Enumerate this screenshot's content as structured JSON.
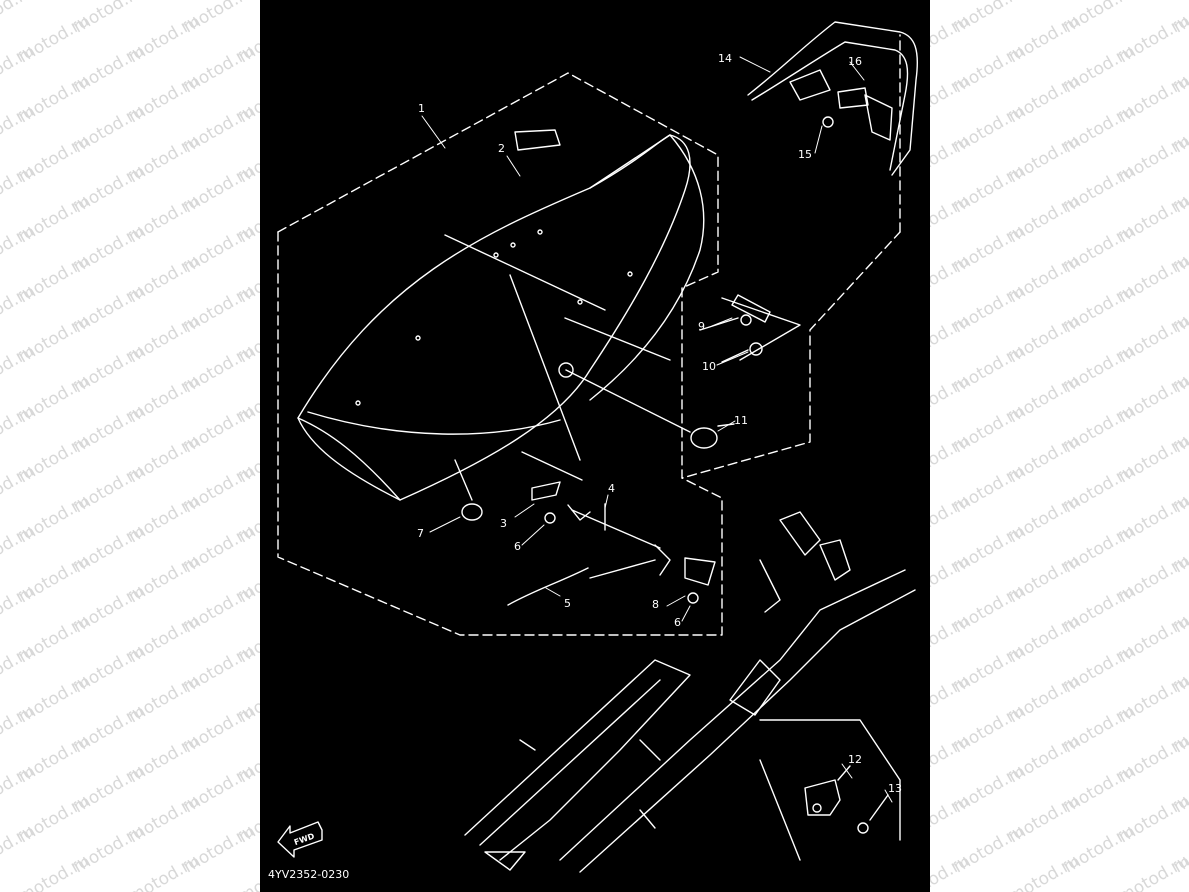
{
  "watermark": {
    "text": "motod.ru",
    "color": "#d8d8d8"
  },
  "diagram": {
    "background": "#000000",
    "line_color": "#ffffff",
    "part_code": "4YV2352-0230",
    "fwd_label": "FWD",
    "callouts": [
      {
        "label": "1"
      },
      {
        "label": "2"
      },
      {
        "label": "3"
      },
      {
        "label": "4"
      },
      {
        "label": "5"
      },
      {
        "label": "6"
      },
      {
        "label": "6"
      },
      {
        "label": "7"
      },
      {
        "label": "8"
      },
      {
        "label": "9"
      },
      {
        "label": "10"
      },
      {
        "label": "11"
      },
      {
        "label": "12"
      },
      {
        "label": "13"
      },
      {
        "label": "14"
      },
      {
        "label": "15"
      },
      {
        "label": "16"
      }
    ]
  }
}
